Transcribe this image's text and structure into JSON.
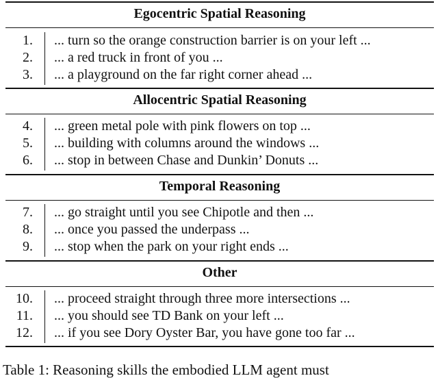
{
  "table": {
    "sections": [
      {
        "title": "Egocentric Spatial Reasoning",
        "rows": [
          {
            "num": "1.",
            "text": "... turn so the orange construction barrier is on your left ..."
          },
          {
            "num": "2.",
            "text": "... a red truck in front of you ..."
          },
          {
            "num": "3.",
            "text": "... a playground on the far right corner ahead ..."
          }
        ]
      },
      {
        "title": "Allocentric Spatial Reasoning",
        "rows": [
          {
            "num": "4.",
            "text": "... green metal pole with pink flowers on top ..."
          },
          {
            "num": "5.",
            "text": "... building with columns around the windows ..."
          },
          {
            "num": "6.",
            "text": "... stop in between Chase and Dunkin’ Donuts ..."
          }
        ]
      },
      {
        "title": "Temporal Reasoning",
        "rows": [
          {
            "num": "7.",
            "text": "... go straight until you see Chipotle and then ..."
          },
          {
            "num": "8.",
            "text": "... once you passed the underpass ..."
          },
          {
            "num": "9.",
            "text": "... stop when the park on your right ends ..."
          }
        ]
      },
      {
        "title": "Other",
        "rows": [
          {
            "num": "10.",
            "text": "... proceed straight through three more intersections ..."
          },
          {
            "num": "11.",
            "text": "... you should see TD Bank on your left ..."
          },
          {
            "num": "12.",
            "text": "... if you see Dory Oyster Bar, you have gone too far ..."
          }
        ]
      }
    ]
  },
  "caption": "Table 1: Reasoning skills the embodied LLM agent must"
}
